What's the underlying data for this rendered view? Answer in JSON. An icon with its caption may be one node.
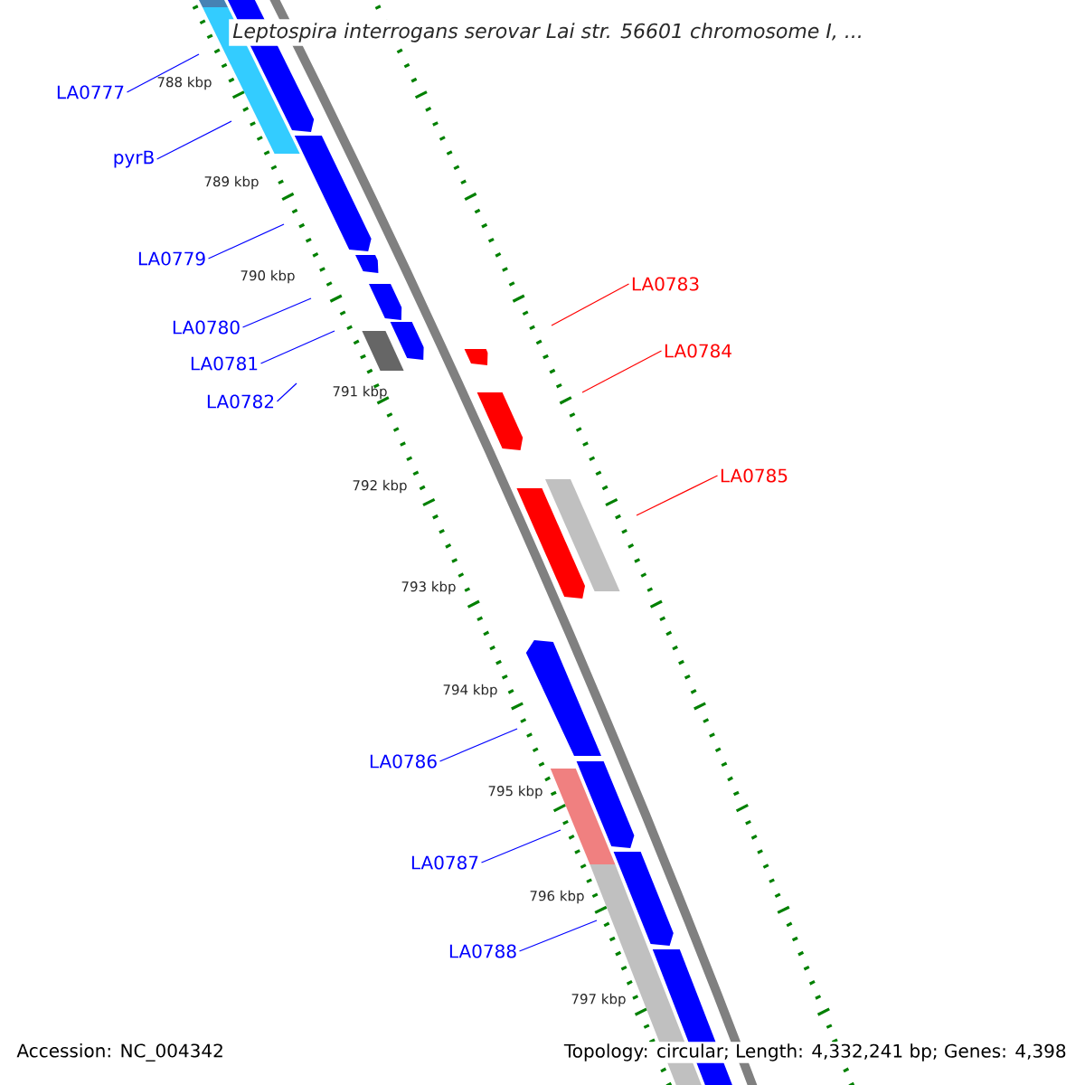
{
  "diagram": {
    "title": "Leptospira interrogans serovar Lai str. 56601 chromosome I, ...",
    "nodes": [
      {
        "text": [
          "LA0777"
        ]
      },
      {
        "text": [
          "pyrB"
        ]
      },
      {
        "text": [
          "LA0779"
        ]
      },
      {
        "text": [
          "LA0780"
        ]
      },
      {
        "text": [
          "LA0781"
        ]
      },
      {
        "text": [
          "LA0782"
        ]
      },
      {
        "text": [
          "LA0783"
        ]
      },
      {
        "text": [
          "LA0784"
        ]
      },
      {
        "text": [
          "LA0785"
        ]
      },
      {
        "text": [
          "LA0786"
        ]
      },
      {
        "text": [
          "LA0787"
        ]
      },
      {
        "text": [
          "LA0788"
        ]
      }
    ],
    "edges": [
      {
        "from": 0,
        "to": null,
        "arrow": "none"
      },
      {
        "from": 1,
        "to": null,
        "arrow": "none"
      },
      {
        "from": 2,
        "to": null,
        "arrow": "none"
      },
      {
        "from": 3,
        "to": null,
        "arrow": "none"
      },
      {
        "from": 4,
        "to": null,
        "arrow": "none"
      },
      {
        "from": 5,
        "to": null,
        "arrow": "none"
      },
      {
        "from": 6,
        "to": null,
        "arrow": "none",
        "color": "#ff0000"
      },
      {
        "from": 7,
        "to": null,
        "arrow": "none",
        "color": "#ff0000"
      },
      {
        "from": 8,
        "to": null,
        "arrow": "none",
        "color": "#ff0000"
      },
      {
        "from": 9,
        "to": null,
        "arrow": "none"
      },
      {
        "from": 10,
        "to": null,
        "arrow": "none"
      },
      {
        "from": 11,
        "to": null,
        "arrow": "none"
      }
    ],
    "labels": [
      "788 kbp",
      "789 kbp",
      "790 kbp",
      "791 kbp",
      "792 kbp",
      "793 kbp",
      "794 kbp",
      "795 kbp",
      "796 kbp",
      "797 kbp",
      "Accession: NC_004342",
      "Topology: circular; Length: 4,332,241 bp; Genes: 4,398"
    ]
  }
}
